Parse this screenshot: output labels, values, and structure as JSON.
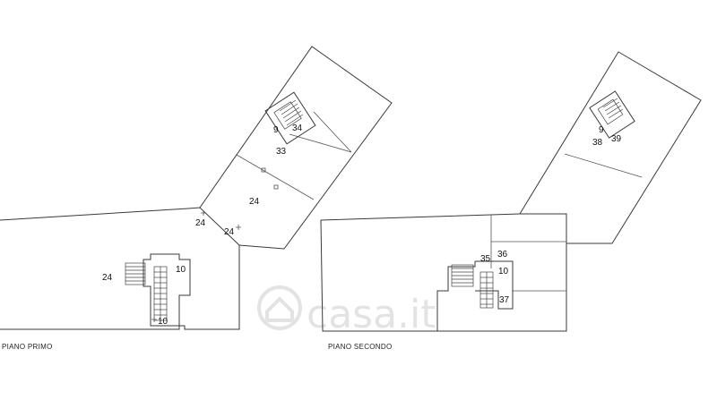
{
  "floors": [
    {
      "name": "PIANO PRIMO",
      "labels": [
        "24",
        "10",
        "10",
        "24",
        "24",
        "24",
        "33",
        "9",
        "34"
      ]
    },
    {
      "name": "PIANO SECONDO",
      "labels": [
        "35",
        "36",
        "10",
        "37",
        "9",
        "38",
        "39"
      ]
    }
  ],
  "watermark": {
    "text": "casa.it",
    "icon": "house-logo-icon",
    "color": "#e3e3e3"
  },
  "colors": {
    "line": "#3a3a3a",
    "background": "#ffffff"
  }
}
